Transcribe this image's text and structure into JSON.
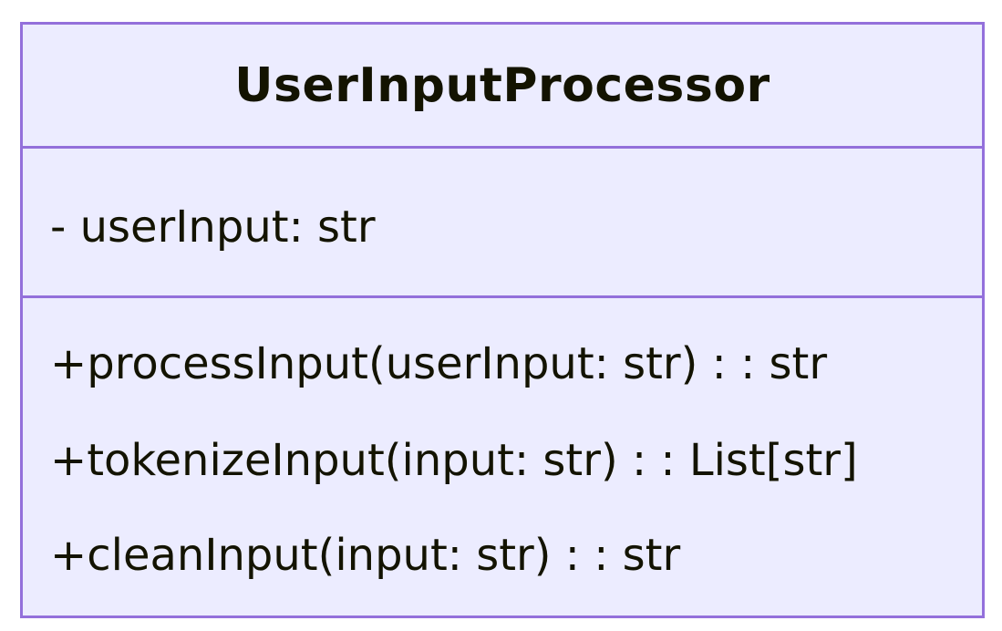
{
  "class": {
    "name": "UserInputProcessor",
    "attributes": [
      "- userInput: str"
    ],
    "methods": [
      "+processInput(userInput: str) : : str",
      "+tokenizeInput(input: str) : : List[str]",
      "+cleanInput(input: str) : : str"
    ]
  },
  "colors": {
    "fill": "#ECECFF",
    "stroke": "#9370DB",
    "text": "#131300"
  }
}
